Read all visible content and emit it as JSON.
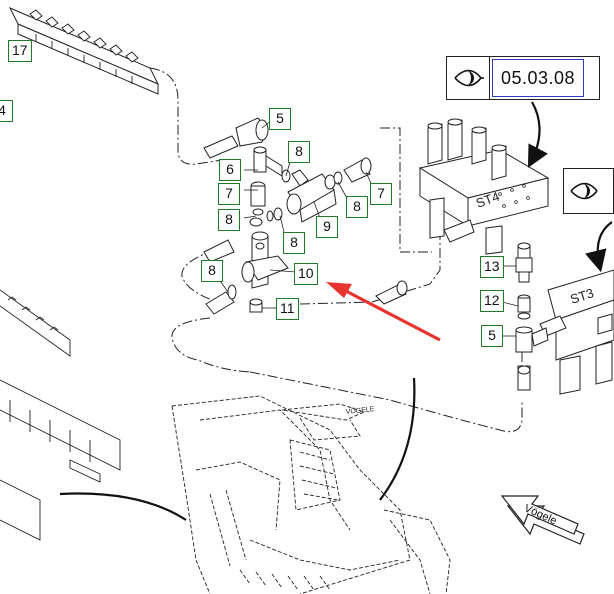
{
  "reference_left": {
    "code": "05.03.08",
    "icon": "eye-icon"
  },
  "reference_right": {
    "icon": "eye-icon"
  },
  "brand_arrow_text": "Vögele",
  "machine_logo_text": "VÖGELE",
  "block_labels": {
    "st4": "ST4",
    "st3": "ST3"
  },
  "callouts": [
    {
      "id": "17",
      "label": "17"
    },
    {
      "id": "4",
      "label": "4"
    },
    {
      "id": "5a",
      "label": "5"
    },
    {
      "id": "6",
      "label": "6"
    },
    {
      "id": "8a",
      "label": "8"
    },
    {
      "id": "7a",
      "label": "7"
    },
    {
      "id": "7b",
      "label": "7"
    },
    {
      "id": "8b",
      "label": "8"
    },
    {
      "id": "8c",
      "label": "8"
    },
    {
      "id": "8d",
      "label": "8"
    },
    {
      "id": "9",
      "label": "9"
    },
    {
      "id": "8e",
      "label": "8"
    },
    {
      "id": "10",
      "label": "10"
    },
    {
      "id": "11",
      "label": "11"
    },
    {
      "id": "13",
      "label": "13"
    },
    {
      "id": "12",
      "label": "12"
    },
    {
      "id": "5b",
      "label": "5"
    }
  ],
  "colors": {
    "callout_border": "#1f7a2a",
    "highlight_arrow": "#e8332e",
    "reference_code_border": "#2c3cc0"
  }
}
